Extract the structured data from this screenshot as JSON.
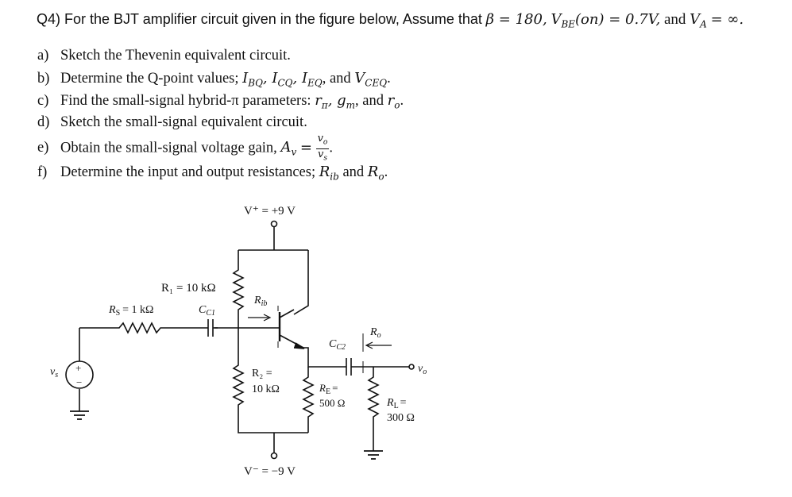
{
  "question": {
    "prefix": "Q4) For the BJT amplifier circuit given in the figure below, Assume that",
    "beta": "β = 180,",
    "vbe": "V",
    "vbe_sub": "BE",
    "vbe_rest": "(on) = 0.7V,",
    "and_word": "and",
    "va": "V",
    "va_sub": "A",
    "va_rest": "= ∞."
  },
  "items": [
    {
      "label": "a)",
      "text": "Sketch the Thevenin equivalent circuit."
    },
    {
      "label": "b)",
      "text": "Determine the Q-point values;",
      "math": "I",
      "s1": "BQ",
      "m2": ", I",
      "s2": "CQ",
      "m3": ", I",
      "s3": "EQ",
      "and_word": ", and",
      "m4": "V",
      "s4": "CEQ",
      "tail": "."
    },
    {
      "label": "c)",
      "text": "Find the small-signal hybrid-π parameters:",
      "m1": "r",
      "s1": "π",
      "m2": ", g",
      "s2": "m",
      "and_word": ", and",
      "m3": "r",
      "s3": "o",
      "tail": "."
    },
    {
      "label": "d)",
      "text": "Sketch the small-signal equivalent circuit."
    },
    {
      "label": "e)",
      "text": "Obtain the small-signal voltage gain,",
      "m1": "A",
      "s1": "v",
      "eq": "=",
      "num": "v",
      "num_sub": "o",
      "den": "v",
      "den_sub": "s",
      "tail": "."
    },
    {
      "label": "f)",
      "text": "Determine the input and output resistances;",
      "m1": "R",
      "s1": "ib",
      "and_word": "and",
      "m2": "R",
      "s2": "o",
      "tail": "."
    }
  ],
  "circuit": {
    "vplus": "V⁺ = +9 V",
    "vminus": "V⁻ = −9 V",
    "r1": "R₁ = 10 kΩ",
    "rs": "R",
    "rs_sub": "S",
    "rs_val": "= 1 kΩ",
    "cc1": "C",
    "cc1_sub": "C1",
    "rib": "R",
    "rib_sub": "ib",
    "cc2": "C",
    "cc2_sub": "C2",
    "ro": "R",
    "ro_sub": "o",
    "vo": "v",
    "vo_sub": "o",
    "vs": "v",
    "vs_sub": "s",
    "r2_a": "R₂ =",
    "r2_b": "10 kΩ",
    "re_a": "R",
    "re_sub": "E",
    "re_eq": "=",
    "re_b": "500 Ω",
    "rl_a": "R",
    "rl_sub": "L",
    "rl_eq": "=",
    "rl_b": "300 Ω",
    "src_plus": "+",
    "src_minus": "−"
  }
}
